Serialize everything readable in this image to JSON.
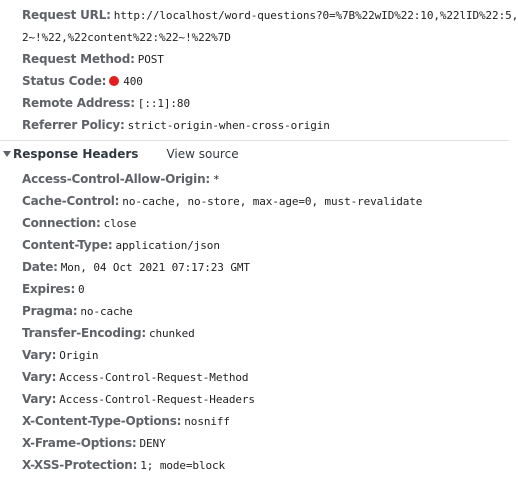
{
  "general": {
    "request_url": {
      "key": "Request URL:",
      "value": "http://localhost/word-questions?0=%7B%22wID%22:10,%22lID%22:5,"
    },
    "request_url_cont": "2~!%22,%22content%22:%22~!%22%7D",
    "request_method": {
      "key": "Request Method:",
      "value": "POST"
    },
    "status_code": {
      "key": "Status Code:",
      "value": "400",
      "status_color": "#e21f1f"
    },
    "remote_address": {
      "key": "Remote Address:",
      "value": "[::1]:80"
    },
    "referrer_policy": {
      "key": "Referrer Policy:",
      "value": "strict-origin-when-cross-origin"
    }
  },
  "response_headers": {
    "title": "Response Headers",
    "view_source": "View source",
    "expand_icon": "triangle-down-icon",
    "items": [
      {
        "key": "Access-Control-Allow-Origin:",
        "value": "*"
      },
      {
        "key": "Cache-Control:",
        "value": "no-cache, no-store, max-age=0, must-revalidate"
      },
      {
        "key": "Connection:",
        "value": "close"
      },
      {
        "key": "Content-Type:",
        "value": "application/json"
      },
      {
        "key": "Date:",
        "value": "Mon, 04 Oct 2021 07:17:23 GMT"
      },
      {
        "key": "Expires:",
        "value": "0"
      },
      {
        "key": "Pragma:",
        "value": "no-cache"
      },
      {
        "key": "Transfer-Encoding:",
        "value": "chunked"
      },
      {
        "key": "Vary:",
        "value": "Origin"
      },
      {
        "key": "Vary:",
        "value": "Access-Control-Request-Method"
      },
      {
        "key": "Vary:",
        "value": "Access-Control-Request-Headers"
      },
      {
        "key": "X-Content-Type-Options:",
        "value": "nosniff"
      },
      {
        "key": "X-Frame-Options:",
        "value": "DENY"
      },
      {
        "key": "X-XSS-Protection:",
        "value": "1; mode=block"
      }
    ]
  }
}
